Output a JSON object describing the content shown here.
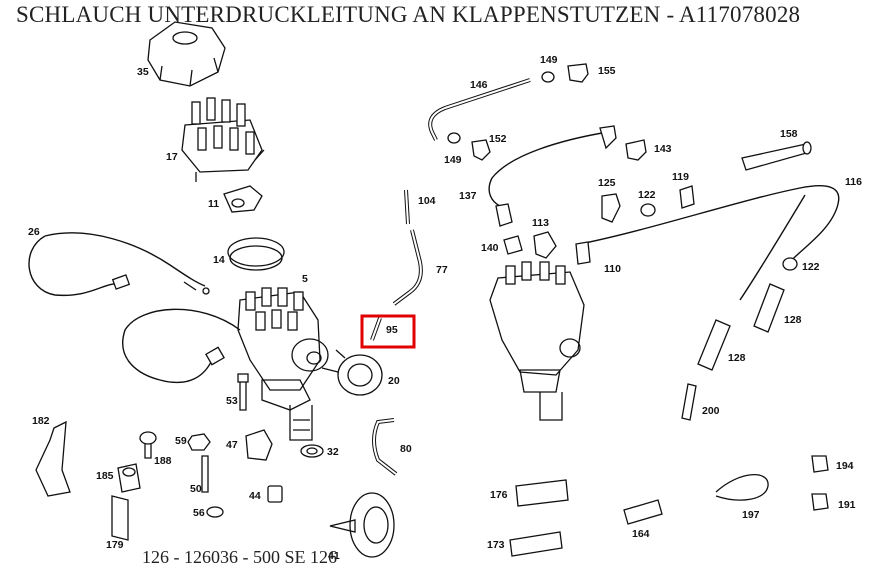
{
  "title": "SCHLAUCH UNTERDRUCKLEITUNG AN KLAPPENSTUTZEN - A117078028",
  "footer": "126 - 126036 - 500 SE 126",
  "highlighted_part": "95",
  "highlight_color": "#e00000",
  "part_labels": {
    "p35": "35",
    "p17": "17",
    "p11": "11",
    "p26": "26",
    "p14": "14",
    "p5": "5",
    "p104": "104",
    "p77": "77",
    "p95": "95",
    "p20": "20",
    "p53": "53",
    "p32": "32",
    "p80": "80",
    "p182": "182",
    "p59": "59",
    "p188": "188",
    "p47": "47",
    "p185": "185",
    "p50": "50",
    "p44": "44",
    "p56": "56",
    "p179": "179",
    "p41": "41",
    "p146": "146",
    "p149a": "149",
    "p155": "155",
    "p152": "152",
    "p149b": "149",
    "p143": "143",
    "p158": "158",
    "p137": "137",
    "p125": "125",
    "p122a": "122",
    "p119": "119",
    "p116": "116",
    "p113": "113",
    "p140": "140",
    "p110": "110",
    "p122b": "122",
    "p128a": "128",
    "p128b": "128",
    "p200": "200",
    "p176": "176",
    "p197": "197",
    "p194": "194",
    "p191": "191",
    "p164": "164",
    "p173": "173"
  }
}
